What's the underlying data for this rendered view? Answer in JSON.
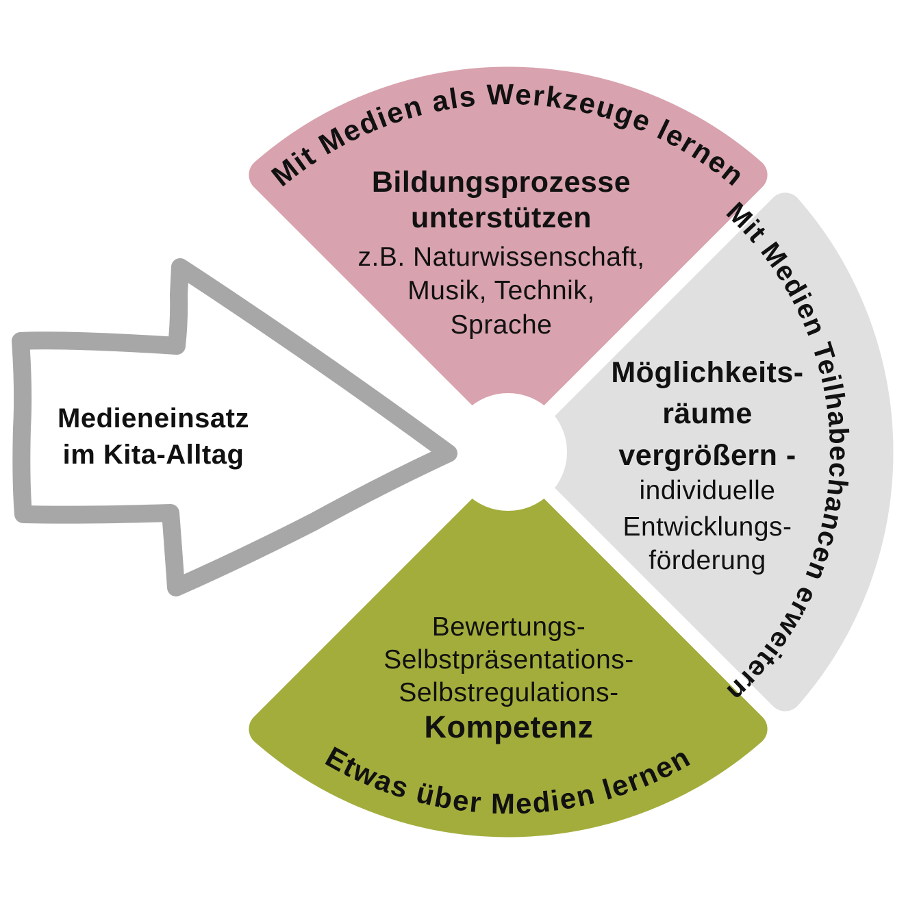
{
  "title": "Medieneinsatz im Kita-Alltag",
  "colors": {
    "background": "#ffffff",
    "sector_pink": "#d8a2ae",
    "sector_gray": "#e1e0e1",
    "sector_green": "#a3ad3c",
    "arrow_outline": "#a7a7a7",
    "arrow_fill": "#ffffff",
    "center_circle": "#ffffff",
    "text": "#111111"
  },
  "arrow": {
    "line1": "Medieneinsatz",
    "line2": "im Kita-Alltag"
  },
  "sectors": {
    "top": {
      "curved_label": "Mit Medien als Werkzeuge lernen",
      "heading": [
        "Bildungsprozesse",
        "unterstützen"
      ],
      "body": [
        "z.B. Naturwissenschaft,",
        "Musik, Technik,",
        "Sprache"
      ]
    },
    "right": {
      "curved_label": "Mit Medien Teilhabechancen erweitern",
      "heading": [
        "Möglichkeits-",
        "räume",
        "vergrößern -"
      ],
      "body": [
        "individuelle",
        "Entwicklungs-",
        "förderung"
      ]
    },
    "bottom": {
      "curved_label": "Etwas über Medien lernen",
      "body": [
        "Bewertungs-",
        "Selbstpräsentations-",
        "Selbstregulations-"
      ],
      "heading": [
        "Kompetenz"
      ]
    }
  }
}
